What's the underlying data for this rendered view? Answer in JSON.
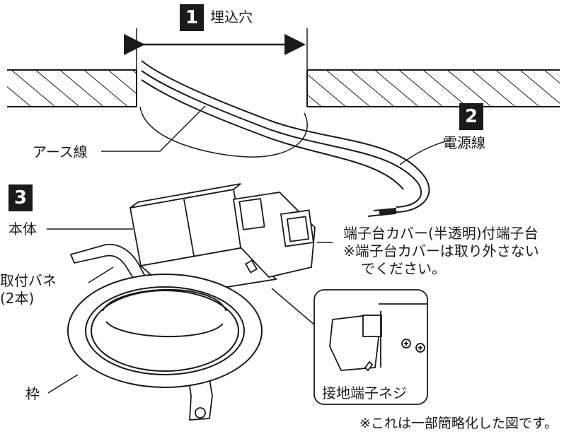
{
  "badges": {
    "b1": "1",
    "b2": "2",
    "b3": "3"
  },
  "labels": {
    "hole": "埋込穴",
    "earth_wire": "アース線",
    "power_wire": "電源線",
    "body": "本体",
    "cover_1": "端子台カバー(半透明)付端子台",
    "cover_2": "※端子台カバーは取り外さない",
    "cover_3": "でください。",
    "spring_1": "取付バネ",
    "spring_2": "(2本)",
    "frame": "枠",
    "ground_screw": "接地端子ネジ",
    "note": "※これは一部簡略化した図です。"
  }
}
